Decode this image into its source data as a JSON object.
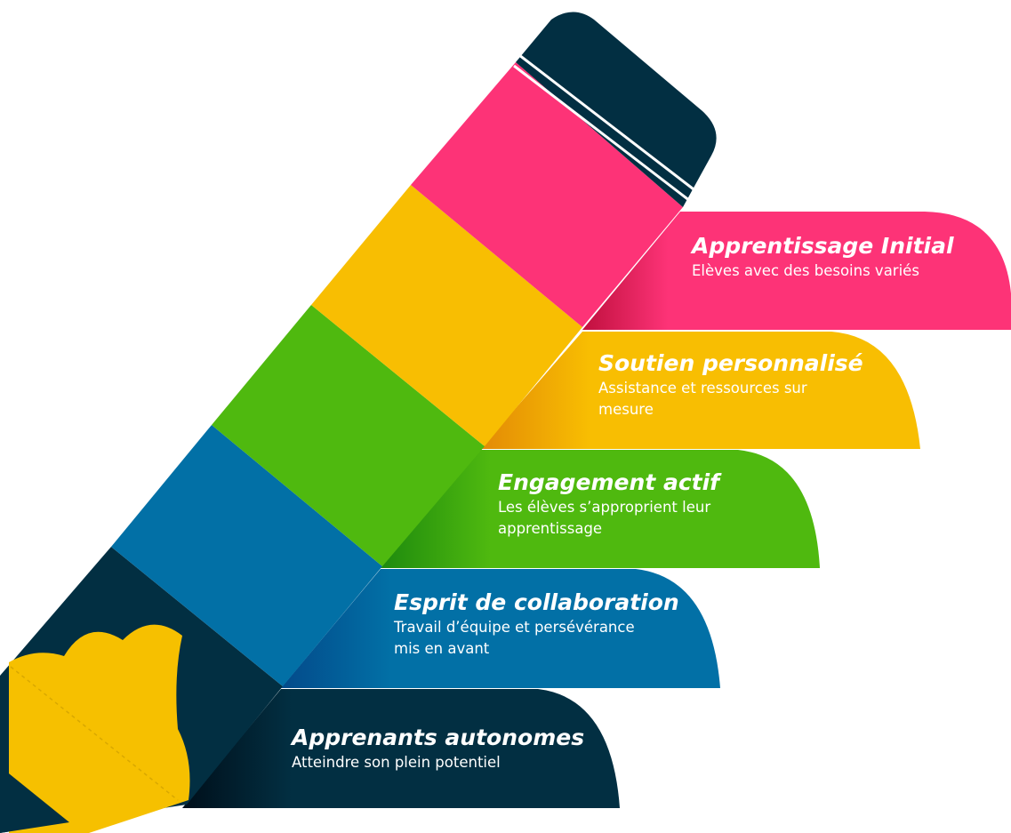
{
  "colors": {
    "pink": "#fd3377",
    "yellow": "#f8be02",
    "green": "#4fb90f",
    "blue": "#0270a6",
    "navy": "#022f42",
    "tip": "#f6c000"
  },
  "steps": [
    {
      "title": "Apprentissage Initial",
      "desc": "Elèves avec des besoins variés",
      "color": "pink"
    },
    {
      "title": "Soutien personnalisé",
      "desc": "Assistance et ressources sur mesure",
      "color": "yellow"
    },
    {
      "title": "Engagement actif",
      "desc": "Les élèves s’approprient leur apprentissage",
      "color": "green"
    },
    {
      "title": "Esprit de collaboration",
      "desc": "Travail d’équipe et persévérance mis en avant",
      "color": "blue"
    },
    {
      "title": "Apprenants autonomes",
      "desc": "Atteindre son plein potentiel",
      "color": "navy"
    }
  ]
}
